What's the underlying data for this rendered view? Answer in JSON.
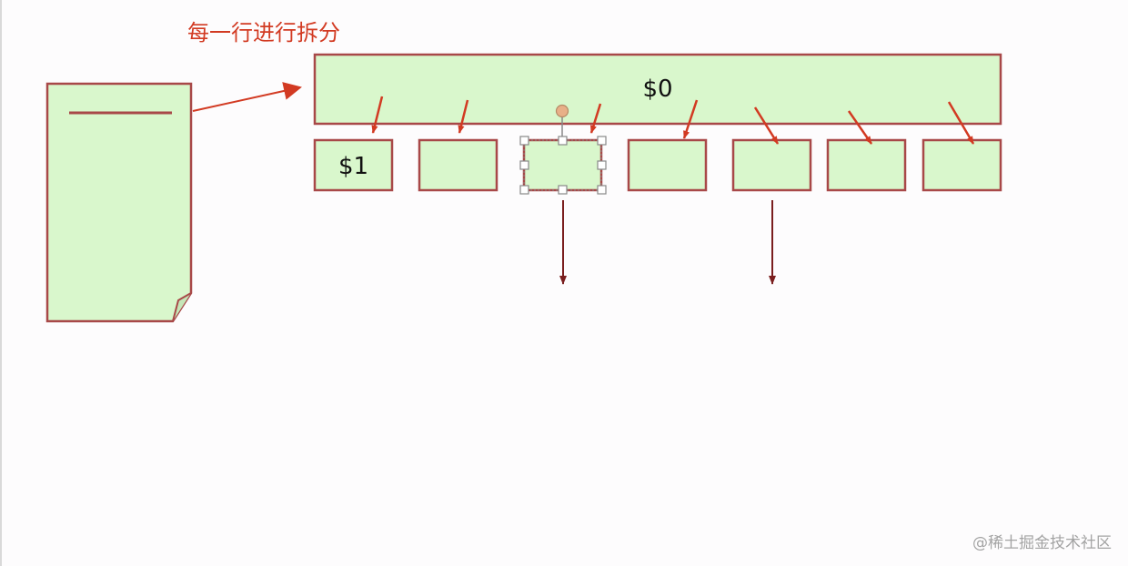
{
  "title": "每一行进行拆分",
  "row_box": {
    "label": "$0"
  },
  "cells": [
    {
      "label": "$1"
    },
    {
      "label": ""
    },
    {
      "label": ""
    },
    {
      "label": ""
    },
    {
      "label": ""
    },
    {
      "label": ""
    },
    {
      "label": ""
    }
  ],
  "selected_cell": 2,
  "watermark": "@稀土掘金技术社区",
  "colors": {
    "box_fill": "#d9f7cc",
    "box_border": "#a84848",
    "arrow_red": "#d23a22",
    "arrow_dark": "#7a1e1e",
    "title": "#d23a22",
    "handle": "#888888",
    "rotate_handle": "#e8b088"
  }
}
